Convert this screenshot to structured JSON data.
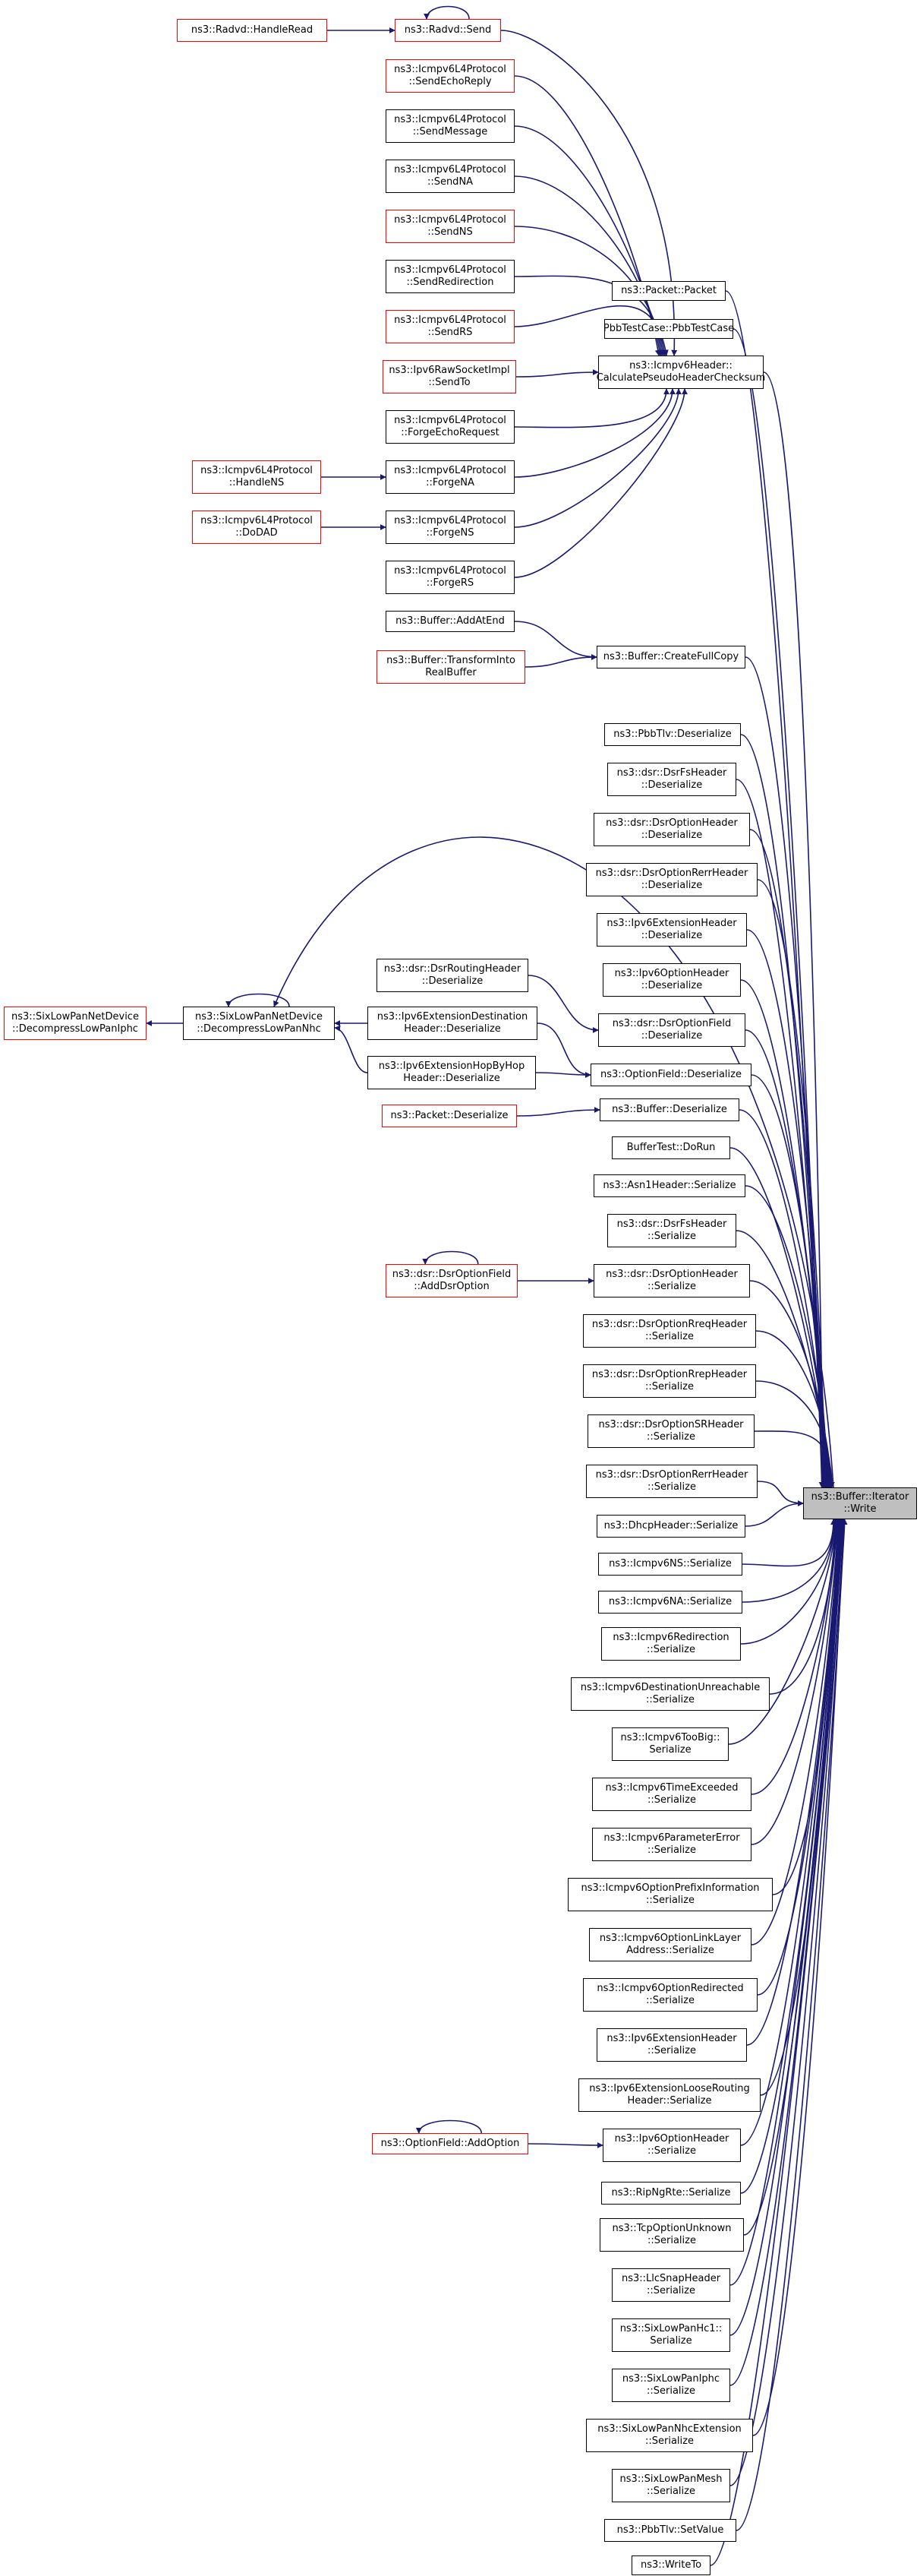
{
  "focus_node": [
    "ns3::Buffer::Iterator",
    "::Write"
  ],
  "colors": {
    "edge": "#191970",
    "node_border": "#000000",
    "truncated_border": "#ff0000",
    "focus_fill": "#bfbfbf"
  },
  "nodes": {
    "radvd_handleread": [
      "ns3::Radvd::HandleRead"
    ],
    "radvd_send": [
      "ns3::Radvd::Send"
    ],
    "icmp_sendechoreply": [
      "ns3::Icmpv6L4Protocol",
      "::SendEchoReply"
    ],
    "icmp_sendmessage": [
      "ns3::Icmpv6L4Protocol",
      "::SendMessage"
    ],
    "icmp_sendna": [
      "ns3::Icmpv6L4Protocol",
      "::SendNA"
    ],
    "icmp_sendns": [
      "ns3::Icmpv6L4Protocol",
      "::SendNS"
    ],
    "icmp_sendredirection": [
      "ns3::Icmpv6L4Protocol",
      "::SendRedirection"
    ],
    "icmp_sendrs": [
      "ns3::Icmpv6L4Protocol",
      "::SendRS"
    ],
    "ipv6raw_sendto": [
      "ns3::Ipv6RawSocketImpl",
      "::SendTo"
    ],
    "icmp_forgeechorequest": [
      "ns3::Icmpv6L4Protocol",
      "::ForgeEchoRequest"
    ],
    "icmp_handlens": [
      "ns3::Icmpv6L4Protocol",
      "::HandleNS"
    ],
    "icmp_forgena": [
      "ns3::Icmpv6L4Protocol",
      "::ForgeNA"
    ],
    "icmp_dodad": [
      "ns3::Icmpv6L4Protocol",
      "::DoDAD"
    ],
    "icmp_forgens": [
      "ns3::Icmpv6L4Protocol",
      "::ForgeNS"
    ],
    "icmp_forgers": [
      "ns3::Icmpv6L4Protocol",
      "::ForgeRS"
    ],
    "packet_packet": [
      "ns3::Packet::Packet"
    ],
    "pbbtestcase": [
      "PbbTestCase::PbbTestCase"
    ],
    "icmpv6header_checksum": [
      "ns3::Icmpv6Header::",
      "CalculatePseudoHeaderChecksum"
    ],
    "buffer_addatend": [
      "ns3::Buffer::AddAtEnd"
    ],
    "buffer_transform": [
      "ns3::Buffer::TransformInto",
      "RealBuffer"
    ],
    "buffer_createfullcopy": [
      "ns3::Buffer::CreateFullCopy"
    ],
    "pbbtlv_deserialize": [
      "ns3::PbbTlv::Deserialize"
    ],
    "dsrfsheader_deserialize": [
      "ns3::dsr::DsrFsHeader",
      "::Deserialize"
    ],
    "dsroptionheader_deserialize": [
      "ns3::dsr::DsrOptionHeader",
      "::Deserialize"
    ],
    "dsroptionrerrheader_deserialize": [
      "ns3::dsr::DsrOptionRerrHeader",
      "::Deserialize"
    ],
    "ipv6extensionheader_deserialize": [
      "ns3::Ipv6ExtensionHeader",
      "::Deserialize"
    ],
    "ipv6optionheader_deserialize": [
      "ns3::Ipv6OptionHeader",
      "::Deserialize"
    ],
    "dsrroutingheader_deserialize": [
      "ns3::dsr::DsrRoutingHeader",
      "::Deserialize"
    ],
    "dsroptionfield_deserialize": [
      "ns3::dsr::DsrOptionField",
      "::Deserialize"
    ],
    "sixlowpan_decompress_iphc": [
      "ns3::SixLowPanNetDevice",
      "::DecompressLowPanIphc"
    ],
    "sixlowpan_decompress_nhc": [
      "ns3::SixLowPanNetDevice",
      "::DecompressLowPanNhc"
    ],
    "ipv6extdest_deserialize": [
      "ns3::Ipv6ExtensionDestination",
      "Header::Deserialize"
    ],
    "ipv6exthopbyhop_deserialize": [
      "ns3::Ipv6ExtensionHopByHop",
      "Header::Deserialize"
    ],
    "optionfield_deserialize": [
      "ns3::OptionField::Deserialize"
    ],
    "packet_deserialize": [
      "ns3::Packet::Deserialize"
    ],
    "buffer_deserialize": [
      "ns3::Buffer::Deserialize"
    ],
    "buffertest_dorun": [
      "BufferTest::DoRun"
    ],
    "asn1header_serialize": [
      "ns3::Asn1Header::Serialize"
    ],
    "dsrfsheader_serialize": [
      "ns3::dsr::DsrFsHeader",
      "::Serialize"
    ],
    "dsroptionfield_adddsroption": [
      "ns3::dsr::DsrOptionField",
      "::AddDsrOption"
    ],
    "dsroptionheader_serialize": [
      "ns3::dsr::DsrOptionHeader",
      "::Serialize"
    ],
    "dsroptionrreqheader_serialize": [
      "ns3::dsr::DsrOptionRreqHeader",
      "::Serialize"
    ],
    "dsroptionrrepheader_serialize": [
      "ns3::dsr::DsrOptionRrepHeader",
      "::Serialize"
    ],
    "dsroptionsrheader_serialize": [
      "ns3::dsr::DsrOptionSRHeader",
      "::Serialize"
    ],
    "dsroptionrerrheader_serialize": [
      "ns3::dsr::DsrOptionRerrHeader",
      "::Serialize"
    ],
    "dhcpheader_serialize": [
      "ns3::DhcpHeader::Serialize"
    ],
    "icmpv6ns_serialize": [
      "ns3::Icmpv6NS::Serialize"
    ],
    "icmpv6na_serialize": [
      "ns3::Icmpv6NA::Serialize"
    ],
    "icmpv6redirection_serialize": [
      "ns3::Icmpv6Redirection",
      "::Serialize"
    ],
    "icmpv6destunreach_serialize": [
      "ns3::Icmpv6DestinationUnreachable",
      "::Serialize"
    ],
    "icmpv6toobig_serialize": [
      "ns3::Icmpv6TooBig::",
      "Serialize"
    ],
    "icmpv6timeexceeded_serialize": [
      "ns3::Icmpv6TimeExceeded",
      "::Serialize"
    ],
    "icmpv6paramerror_serialize": [
      "ns3::Icmpv6ParameterError",
      "::Serialize"
    ],
    "icmpv6optprefix_serialize": [
      "ns3::Icmpv6OptionPrefixInformation",
      "::Serialize"
    ],
    "icmpv6optlinklayer_serialize": [
      "ns3::Icmpv6OptionLinkLayer",
      "Address::Serialize"
    ],
    "icmpv6optredirected_serialize": [
      "ns3::Icmpv6OptionRedirected",
      "::Serialize"
    ],
    "ipv6extensionheader_serialize": [
      "ns3::Ipv6ExtensionHeader",
      "::Serialize"
    ],
    "ipv6extlooserouting_serialize": [
      "ns3::Ipv6ExtensionLooseRouting",
      "Header::Serialize"
    ],
    "optionfield_addoption": [
      "ns3::OptionField::AddOption"
    ],
    "ipv6optionheader_serialize": [
      "ns3::Ipv6OptionHeader",
      "::Serialize"
    ],
    "ripngrte_serialize": [
      "ns3::RipNgRte::Serialize"
    ],
    "tcpoptionunknown_serialize": [
      "ns3::TcpOptionUnknown",
      "::Serialize"
    ],
    "llcsnapheader_serialize": [
      "ns3::LlcSnapHeader",
      "::Serialize"
    ],
    "sixlowpanhc1_serialize": [
      "ns3::SixLowPanHc1::",
      "Serialize"
    ],
    "sixlowpaniphc_serialize": [
      "ns3::SixLowPanIphc",
      "::Serialize"
    ],
    "sixlowpannhcext_serialize": [
      "ns3::SixLowPanNhcExtension",
      "::Serialize"
    ],
    "sixlowpanmesh_serialize": [
      "ns3::SixLowPanMesh",
      "::Serialize"
    ],
    "pbbtlv_setvalue": [
      "ns3::PbbTlv::SetValue"
    ],
    "ns3_writeto": [
      "ns3::WriteTo"
    ]
  }
}
